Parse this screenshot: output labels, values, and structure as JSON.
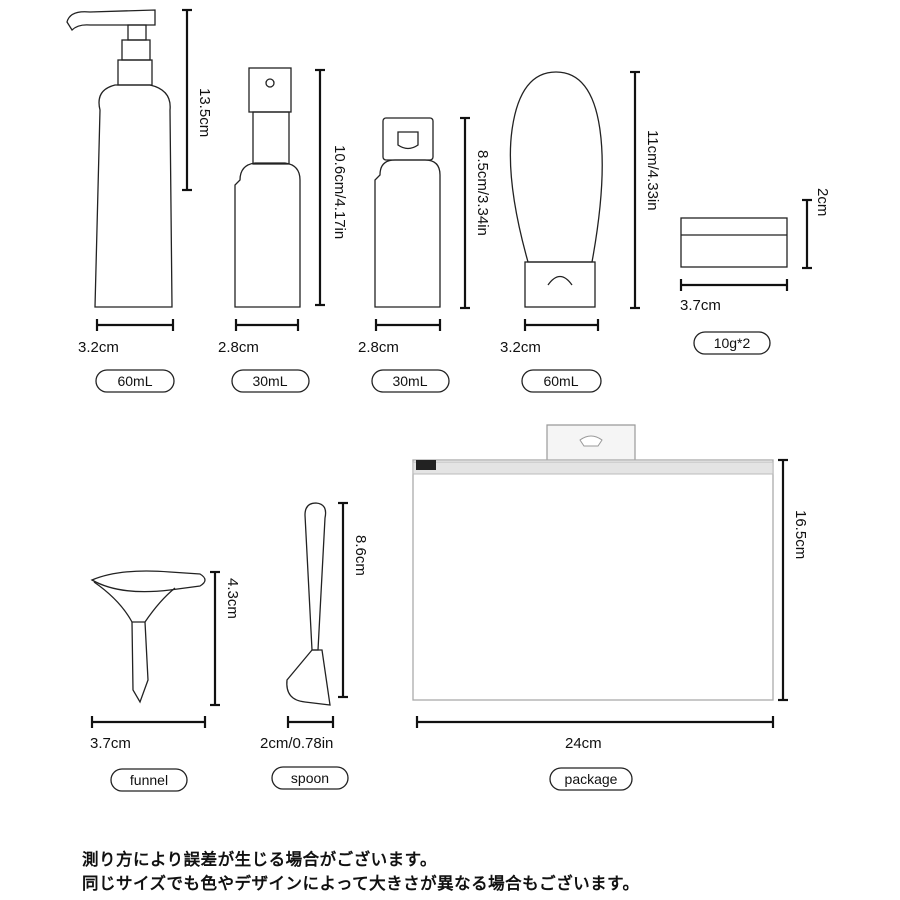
{
  "items": [
    {
      "name": "pump-bottle",
      "height": "13.5cm",
      "width": "3.2cm",
      "capacity": "60mL"
    },
    {
      "name": "spray-bottle",
      "height": "10.6cm/4.17in",
      "width": "2.8cm",
      "capacity": "30mL"
    },
    {
      "name": "flip-cap-bottle",
      "height": "8.5cm/3.34in",
      "width": "2.8cm",
      "capacity": "30mL"
    },
    {
      "name": "squeeze-tube",
      "height": "11cm/4.33in",
      "width": "3.2cm",
      "capacity": "60mL"
    },
    {
      "name": "jar",
      "height": "2cm",
      "width": "3.7cm",
      "capacity": "10g*2"
    },
    {
      "name": "funnel",
      "height": "4.3cm",
      "width": "3.7cm",
      "capacity": "funnel"
    },
    {
      "name": "spoon",
      "height": "8.6cm",
      "width": "2cm/0.78in",
      "capacity": "spoon"
    },
    {
      "name": "package",
      "height": "16.5cm",
      "width": "24cm",
      "capacity": "package"
    }
  ],
  "notes": [
    "測り方により誤差が生じる場合がございます。",
    "同じサイズでも色やデザインによって大きさが異なる場合もございます。"
  ]
}
